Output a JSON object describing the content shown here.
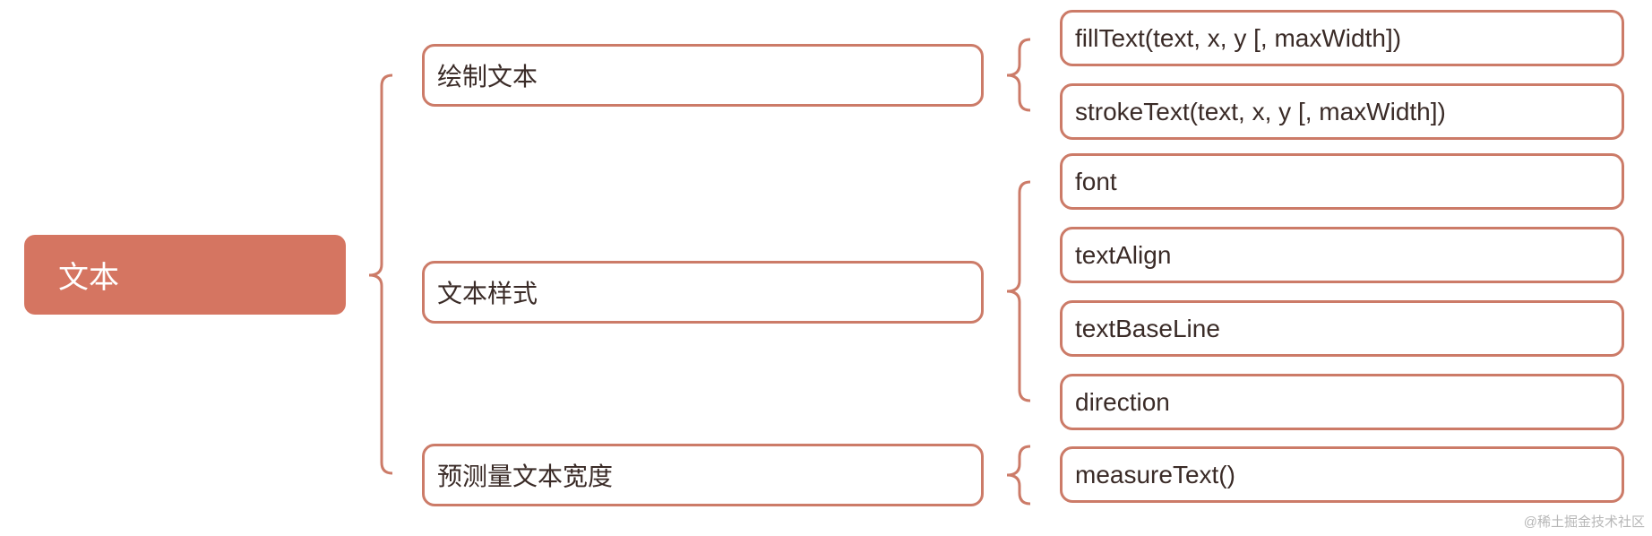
{
  "colors": {
    "accent": "#d57561",
    "border": "#cc7b68",
    "text": "#3a2b27"
  },
  "root": {
    "label": "文本"
  },
  "branches": [
    {
      "label": "绘制文本",
      "children": [
        "fillText(text, x, y [, maxWidth])",
        "strokeText(text, x, y [, maxWidth])"
      ]
    },
    {
      "label": "文本样式",
      "children": [
        "font",
        "textAlign",
        "textBaseLine",
        "direction"
      ]
    },
    {
      "label": "预测量文本宽度",
      "children": [
        "measureText()"
      ]
    }
  ],
  "watermark": "@稀土掘金技术社区"
}
